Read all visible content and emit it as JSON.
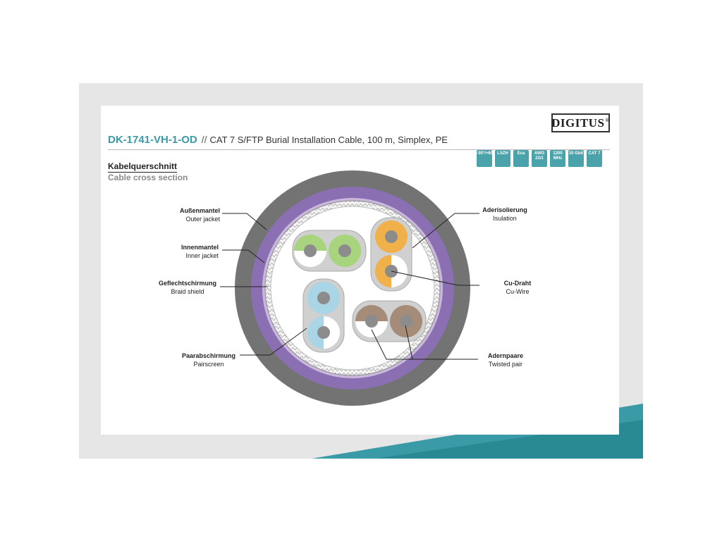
{
  "brand": {
    "logo": "DIGITUS"
  },
  "product": {
    "code": "DK-1741-VH-1-OD",
    "separator": "//",
    "description": "CAT 7 S/FTP Burial Installation Cable, 100 m, Simplex, PE"
  },
  "section": {
    "title_de": "Kabelquerschnitt",
    "title_en": "Cable cross section"
  },
  "badges": [
    {
      "name": "temperature-badge",
      "label": "-30°/+60°"
    },
    {
      "name": "lszh-badge",
      "label": "LSZH"
    },
    {
      "name": "eca-badge",
      "label": "Eca"
    },
    {
      "name": "awg-badge",
      "label": "AWG 23/1"
    },
    {
      "name": "mhz-badge",
      "label": "1200 MHz"
    },
    {
      "name": "gbit-badge",
      "label": "10 Gbit"
    },
    {
      "name": "cat-badge",
      "label": "CAT 7"
    }
  ],
  "labels": {
    "outer_jacket": {
      "de": "Außenmantel",
      "en": "Outer jacket"
    },
    "inner_jacket": {
      "de": "Innenmantel",
      "en": "Inner jacket"
    },
    "braid_shield": {
      "de": "Geflechtschirmung",
      "en": "Braid shield"
    },
    "pairscreen": {
      "de": "Paarabschirmung",
      "en": "Pairscreen"
    },
    "insulation": {
      "de": "Aderisolierung",
      "en": "Isulation"
    },
    "cu_wire": {
      "de": "Cu-Draht",
      "en": "Cu-Wire"
    },
    "twisted_pair": {
      "de": "Adernpaare",
      "en": "Twisted pair"
    }
  },
  "colors": {
    "accent": "#3a9aa5",
    "outer_jacket": "#727272",
    "inner_jacket": "#8b6fb3",
    "pair_green": "#a8d47d",
    "pair_orange": "#f0b04a",
    "pair_blue": "#a9d5e6",
    "pair_brown": "#a58c78",
    "wire": "#8c8c8c"
  }
}
